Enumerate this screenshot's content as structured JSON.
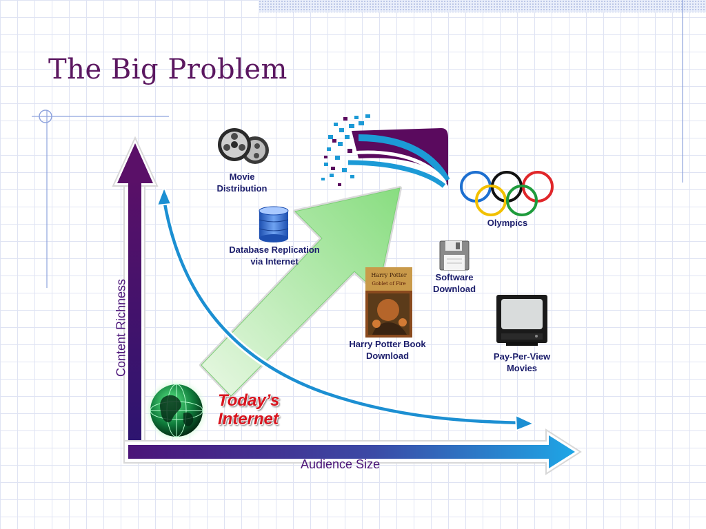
{
  "slide": {
    "title": "The Big Problem"
  },
  "axes": {
    "y_label": "Content Richness",
    "x_label": "Audience Size"
  },
  "callout": {
    "line1": "Today’s",
    "line2": "Internet"
  },
  "items": {
    "movie": {
      "line1": "Movie",
      "line2": "Distribution"
    },
    "database": {
      "line1": "Database Replication",
      "line2": "via Internet"
    },
    "olympics": {
      "line1": "Olympics"
    },
    "software": {
      "line1": "Software",
      "line2": "Download"
    },
    "harry_potter": {
      "line1": "Harry Potter Book",
      "line2": "Download"
    },
    "ppv": {
      "line1": "Pay-Per-View",
      "line2": "Movies"
    }
  },
  "book_cover": {
    "line1": "Harry Potter",
    "line2": "Goblet of Fire"
  },
  "colors": {
    "title": "#5b1760",
    "axis": "#4b1478",
    "axis_end": "#1e9be0",
    "label": "#1b1d6b",
    "highlight": "#d8141e",
    "growth_arrow": "#8fe08a"
  },
  "icons": [
    "film-reel-icon",
    "database-icon",
    "floppy-disk-icon",
    "book-cover-icon",
    "television-icon",
    "globe-icon",
    "olympic-rings-icon",
    "digital-flag-logo"
  ]
}
